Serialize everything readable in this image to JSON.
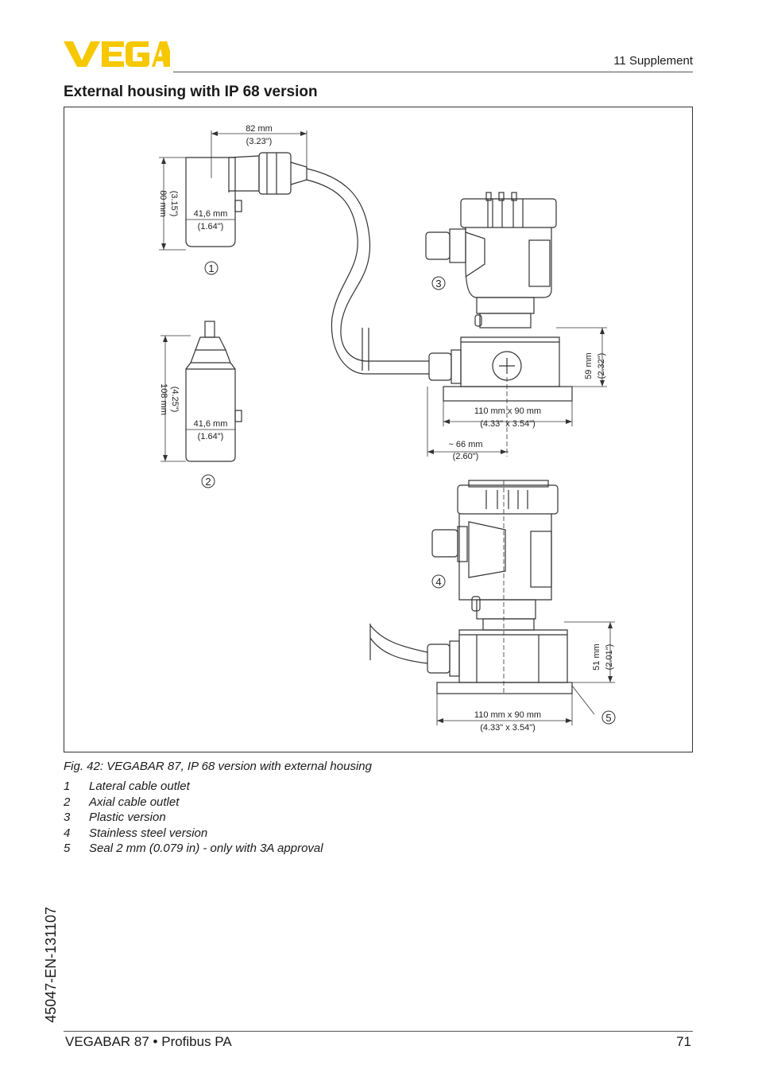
{
  "header": {
    "logo_text": "VEGA",
    "section": "11 Supplement"
  },
  "title": "External housing with IP 68 version",
  "figure": {
    "dimensions": {
      "d1_width": "82 mm",
      "d1_width_in": "(3.23\")",
      "d1_height": "80 mm",
      "d1_height_in": "(3.15\")",
      "d1_diameter": "41,6 mm",
      "d1_diameter_in": "(1.64\")",
      "d2_height": "108 mm",
      "d2_height_in": "(4.25\")",
      "d2_diameter": "41,6 mm",
      "d2_diameter_in": "(1.64\")",
      "d3_height": "59 mm",
      "d3_height_in": "(2.32\")",
      "d3_base": "110 mm x 90 mm",
      "d3_base_in": "(4.33\" x 3.54\")",
      "d3_offset": "~ 66 mm",
      "d3_offset_in": "(2.60\")",
      "d4_height": "51 mm",
      "d4_height_in": "(2.01\")",
      "d4_base": "110 mm x 90 mm",
      "d4_base_in": "(4.33\" x 3.54\")"
    },
    "markers": [
      "1",
      "2",
      "3",
      "4",
      "5"
    ]
  },
  "caption": "Fig. 42: VEGABAR 87, IP 68 version with external housing",
  "legend": [
    {
      "num": "1",
      "text": "Lateral cable outlet"
    },
    {
      "num": "2",
      "text": "Axial cable outlet"
    },
    {
      "num": "3",
      "text": "Plastic version"
    },
    {
      "num": "4",
      "text": "Stainless steel version"
    },
    {
      "num": "5",
      "text": "Seal 2 mm (0.079 in) - only with 3A approval"
    }
  ],
  "side_text": "45047-EN-131107",
  "footer": {
    "product": "VEGABAR 87 • Profibus PA",
    "page": "71"
  },
  "colors": {
    "logo_yellow": "#f6c800",
    "line": "#333333"
  }
}
